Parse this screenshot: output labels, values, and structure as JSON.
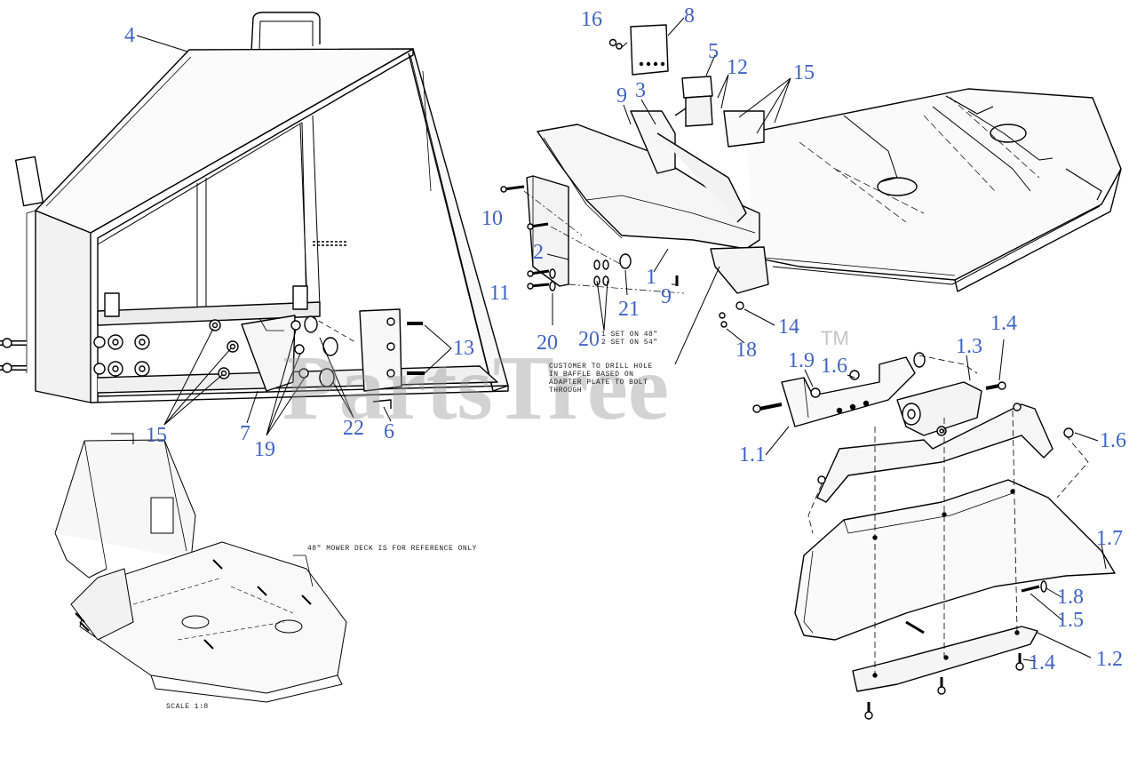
{
  "watermark": {
    "text": "PartsTree",
    "tm": "TM",
    "color": "#969696"
  },
  "accent_color": "#3f63c4",
  "callouts": {
    "c4": "4",
    "c16": "16",
    "c8": "8",
    "c5": "5",
    "c12": "12",
    "c15a": "15",
    "c9a": "9",
    "c3": "3",
    "c10": "10",
    "c2": "2",
    "c11": "11",
    "c1": "1",
    "c9b": "9",
    "c21": "21",
    "c20a": "20",
    "c20b": "20",
    "c14": "14",
    "c18": "18",
    "c13": "13",
    "c15b": "15",
    "c7": "7",
    "c19": "19",
    "c22": "22",
    "c6": "6",
    "c1_3": "1.3",
    "c1_4a": "1.4",
    "c1_9": "1.9",
    "c1_6a": "1.6",
    "c1_1": "1.1",
    "c1_6b": "1.6",
    "c1_7": "1.7",
    "c1_8": "1.8",
    "c1_5": "1.5",
    "c1_2": "1.2",
    "c1_4b": "1.4"
  },
  "notes": {
    "sets": "1 SET ON 48\"\n2 SET ON 54\"",
    "customer": "CUSTOMER TO DRILL HOLE\nIN BAFFLE BASED ON\nADAPTER PLATE TO BOLT\nTHROUGH",
    "deck_ref": "48\" MOWER DECK IS FOR REFERENCE ONLY",
    "scale": "SCALE 1:8"
  }
}
